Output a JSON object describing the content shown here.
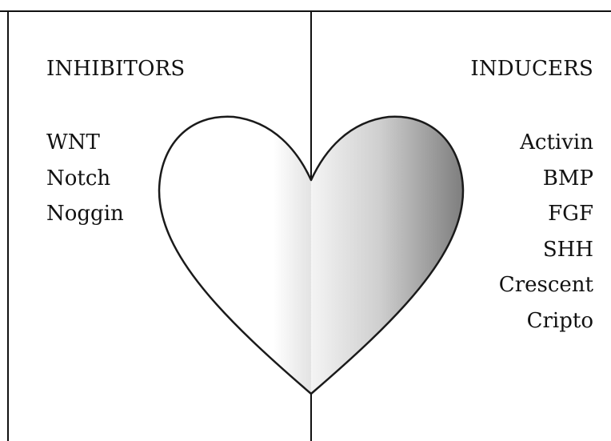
{
  "diagram": {
    "left_panel": {
      "heading": "INHIBITORS",
      "items": [
        "WNT",
        "Notch",
        "Noggin"
      ]
    },
    "right_panel": {
      "heading": "INDUCERS",
      "items": [
        "Activin",
        "BMP",
        "FGF",
        "SHH",
        "Crescent",
        "Cripto"
      ]
    },
    "heart": {
      "left_fill": "#ffffff",
      "right_fill_light": "#f2f2f2",
      "right_fill_dark": "#8c8c8c",
      "outline_color": "#1a1a1a"
    },
    "line_color": "#111111"
  }
}
